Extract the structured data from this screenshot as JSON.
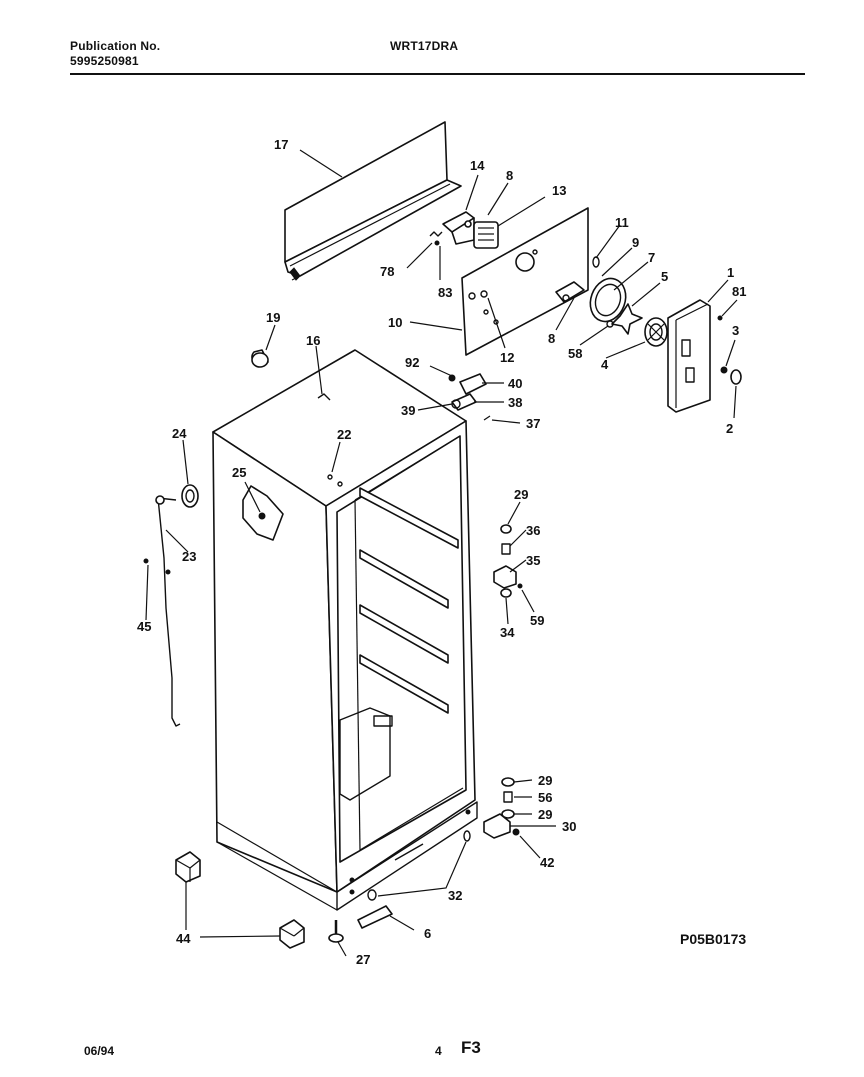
{
  "header": {
    "publication_label": "Publication No.",
    "publication_number": "5995250981",
    "model": "WRT17DRA"
  },
  "diagram_code": "P05B0173",
  "footer": {
    "date": "06/94",
    "page": "4",
    "section": "F3"
  },
  "callouts": [
    "17",
    "14",
    "8",
    "13",
    "78",
    "83",
    "11",
    "9",
    "7",
    "5",
    "1",
    "81",
    "10",
    "12",
    "8",
    "58",
    "4",
    "3",
    "2",
    "19",
    "16",
    "92",
    "40",
    "38",
    "39",
    "37",
    "22",
    "24",
    "25",
    "23",
    "45",
    "29",
    "36",
    "35",
    "59",
    "34",
    "29",
    "56",
    "29",
    "30",
    "42",
    "32",
    "44",
    "6",
    "27"
  ]
}
